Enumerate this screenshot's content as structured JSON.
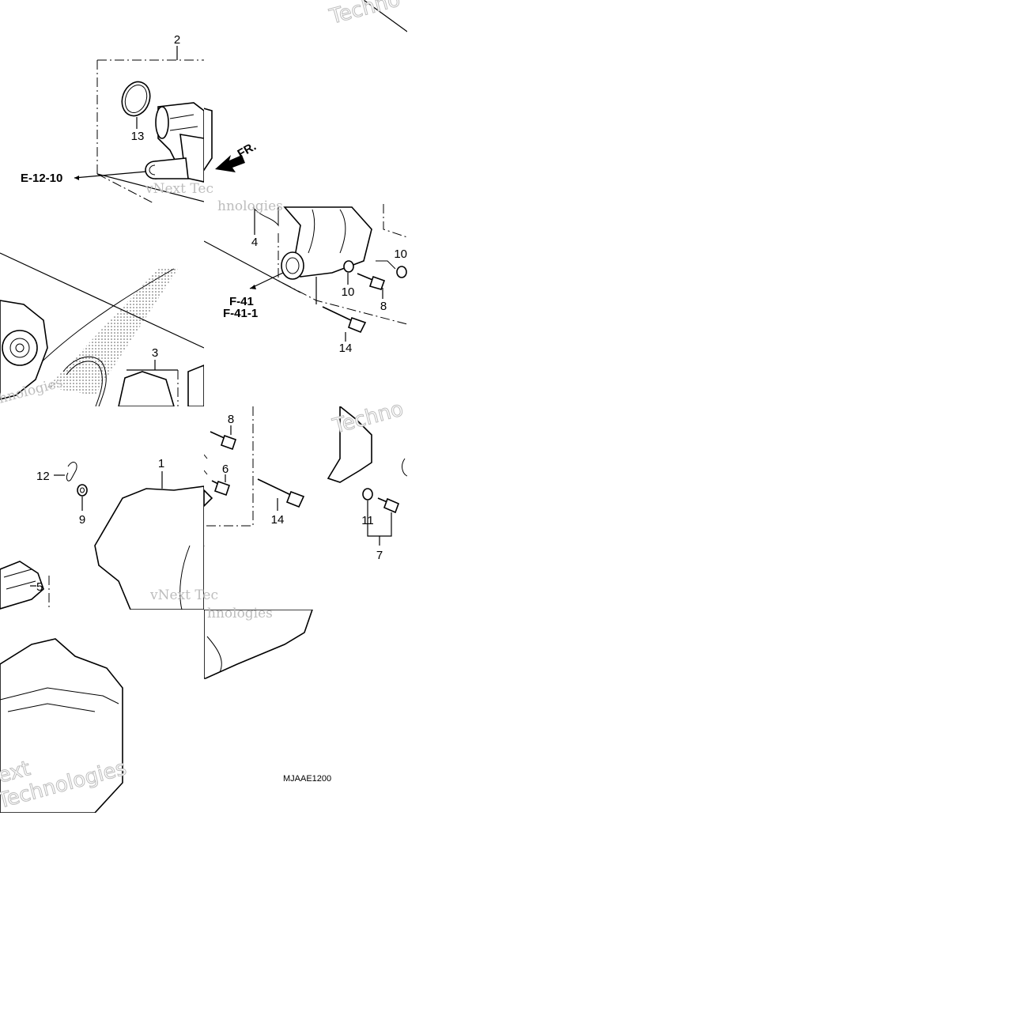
{
  "callouts": {
    "n1": "1",
    "n2": "2",
    "n3": "3",
    "n4": "4",
    "n5": "5",
    "n6": "6",
    "n7": "7",
    "n8a": "8",
    "n8b": "8",
    "n9": "9",
    "n10a": "10",
    "n10b": "10",
    "n11": "11",
    "n12": "12",
    "n13": "13",
    "n14a": "14",
    "n14b": "14"
  },
  "references": {
    "e12": "E-12-10",
    "f41": "F-41",
    "f41_1": "F-41-1",
    "front": "FR."
  },
  "diagram_code": "MJAAE1200",
  "watermark": {
    "line1": "vNext Tec",
    "line2": "hnologies",
    "bold": "Technologies",
    "bold2": "Techno",
    "ext": "ext"
  },
  "colors": {
    "line": "#000000",
    "watermark": "#bdbdbd",
    "background": "#ffffff"
  },
  "icons": [
    "front-direction-arrow-icon"
  ]
}
